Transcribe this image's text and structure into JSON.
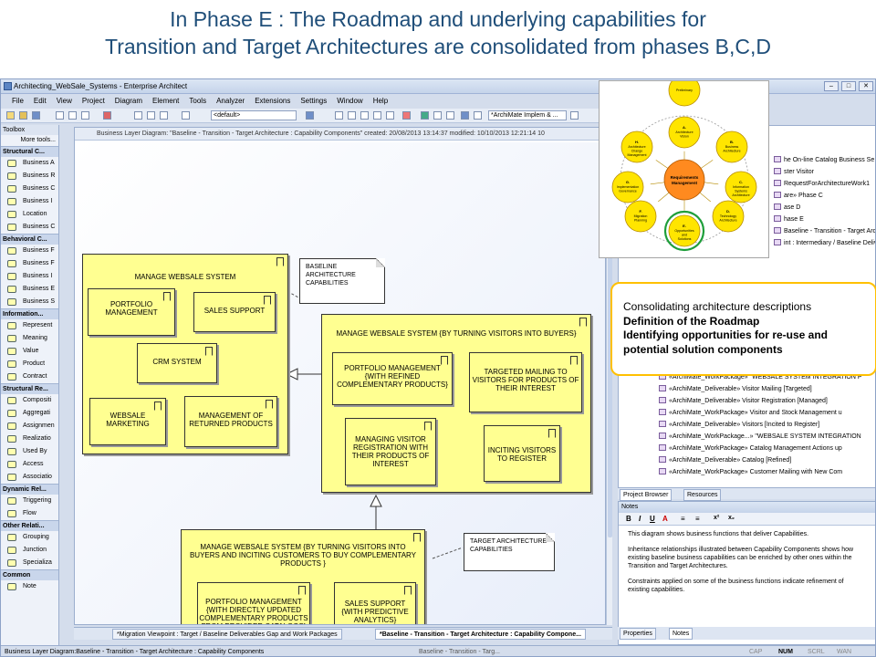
{
  "slide": {
    "title_line1": "In Phase E : The Roadmap and underlying capabilities for",
    "title_line2": "Transition and Target Architectures are consolidated from phases B,C,D"
  },
  "window": {
    "title": "Architecting_WebSale_Systems - Enterprise Architect",
    "menu": [
      "File",
      "Edit",
      "View",
      "Project",
      "Diagram",
      "Element",
      "Tools",
      "Analyzer",
      "Extensions",
      "Settings",
      "Window",
      "Help"
    ],
    "toolbar": {
      "combo1": "<default>",
      "combo2": "*ArchiMate Implem & ..."
    }
  },
  "toolbox": {
    "title": "Toolbox",
    "more": "More tools...",
    "groups": [
      {
        "label": "Structural C...",
        "items": [
          "Business A",
          "Business R",
          "Business C",
          "Business I",
          "Location",
          "Business C"
        ]
      },
      {
        "label": "Behavioral C...",
        "items": [
          "Business F",
          "Business F",
          "Business I",
          "Business E",
          "Business S"
        ]
      },
      {
        "label": "Information...",
        "items": [
          "Represent",
          "Meaning",
          "Value",
          "Product",
          "Contract"
        ]
      },
      {
        "label": "Structural Re...",
        "items": [
          "Compositi",
          "Aggregati",
          "Assignmen",
          "Realizatio",
          "Used By",
          "Access",
          "Associatio"
        ]
      },
      {
        "label": "Dynamic Rel...",
        "items": [
          "Triggering",
          "Flow"
        ]
      },
      {
        "label": "Other Relati...",
        "items": [
          "Grouping",
          "Junction",
          "Specializa"
        ]
      },
      {
        "label": "Common",
        "items": [
          "Note"
        ]
      }
    ]
  },
  "diagram": {
    "header": "Business Layer Diagram: \"Baseline - Transition - Target Architecture : Capability Components\"  created: 20/08/2013 13:14:37  modified: 10/10/2013 12:21:14   10",
    "baseline": {
      "title": "MANAGE WEBSALE SYSTEM",
      "children": [
        "PORTFOLIO MANAGEMENT",
        "SALES SUPPORT",
        "CRM SYSTEM",
        "WEBSALE MARKETING",
        "MANAGEMENT OF RETURNED PRODUCTS"
      ]
    },
    "transition": {
      "title": "MANAGE WEBSALE SYSTEM {BY TURNING VISITORS INTO BUYERS}",
      "children": [
        "PORTFOLIO MANAGEMENT {WITH REFINED COMPLEMENTARY PRODUCTS}",
        "TARGETED MAILING TO VISITORS FOR PRODUCTS OF THEIR INTEREST",
        "MANAGING VISITOR REGISTRATION WITH THEIR PRODUCTS OF INTEREST",
        "INCITING VISITORS TO REGISTER"
      ]
    },
    "target": {
      "title": "MANAGE WEBSALE SYSTEM {BY TURNING VISITORS INTO BUYERS AND INCITING CUSTOMERS TO BUY COMPLEMENTARY PRODUCTS }",
      "children": [
        "PORTFOLIO MANAGEMENT {WITH DIRECTLY UPDATED COMPLEMENTARY PRODUCTS FROM PROVIDER CATALOGS}",
        "SALES SUPPORT {WITH PREDICTIVE ANALYTICS}"
      ]
    },
    "note_baseline": "BASELINE ARCHITECTURE CAPABILITIES",
    "note_target": "TARGET ARCHITECTURE CAPABILITIES"
  },
  "tabs": [
    "*Migration Viewpoint : Target / Baseline Deliverables Gap and Work Packages",
    "*Baseline - Transition - Target Architecture : Capability Compone..."
  ],
  "status": {
    "left": "Business Layer Diagram:Baseline - Transition - Target Architecture : Capability Components",
    "middle": "Baseline - Transition - Targ...",
    "keys": [
      "CAP",
      "NUM",
      "SCRL",
      "WAN"
    ]
  },
  "browser": {
    "rows_top": [
      "he On-line Catalog Business Se",
      "ster Visitor",
      "RequestForArchitectureWork1",
      "are» Phase C",
      "ase D",
      "hase E",
      "Baseline - Transition - Target Architecture : Capability Component",
      "int : Intermediary / Baseline Deliverables Gap a"
    ],
    "rows_bottom": [
      "«ArchiMate_WorkPackage» \"WEBSALE SYSTEM INTEGRATION P",
      "«ArchiMate_Deliverable» Visitor Mailing [Targeted]",
      "«ArchiMate_Deliverable» Visitor Registration [Managed]",
      "«ArchiMate_WorkPackage» Visitor and Stock Management u",
      "«ArchiMate_Deliverable» Visitors [Incited to Register]",
      "«ArchiMate_WorkPackage...» \"WEBSALE SYSTEM INTEGRATION",
      "«ArchiMate_WorkPackage» Catalog Management Actions up",
      "«ArchiMate_Deliverable» Catalog [Refined]",
      "«ArchiMate_WorkPackage» Customer Mailing with New Com"
    ],
    "tabs": [
      "Project Browser",
      "Resources"
    ]
  },
  "notes": {
    "title": "Notes",
    "paragraphs": [
      "This diagram shows business functions that deliver Capabilities.",
      "Inheritance relationships illustrated between Capability Components shows how existing baseline business capabilities can be enriched by other ones within the Transition and Target Architectures.",
      "Constraints applied on some of the business functions indicate refinement of existing capabilities."
    ],
    "tabs": [
      "Properties",
      "Notes"
    ]
  },
  "adm": {
    "center": "Requirements Management",
    "phases": [
      {
        "letter": "",
        "label": "Preliminary"
      },
      {
        "letter": "A.",
        "label": "Architecture Vision"
      },
      {
        "letter": "B.",
        "label": "Business Architecture"
      },
      {
        "letter": "C.",
        "label": "Information Systems Architecture"
      },
      {
        "letter": "D.",
        "label": "Technology Architecture"
      },
      {
        "letter": "E.",
        "label": "Opportunities and Solutions"
      },
      {
        "letter": "F.",
        "label": "Migration Planning"
      },
      {
        "letter": "G.",
        "label": "Implementation Governance"
      },
      {
        "letter": "H.",
        "label": "Architecture Change Management"
      }
    ]
  },
  "callout": {
    "line1": "Consolidating architecture descriptions",
    "line2": "Definition of the Roadmap",
    "line3": "Identifying opportunities for re-use and potential solution components"
  }
}
